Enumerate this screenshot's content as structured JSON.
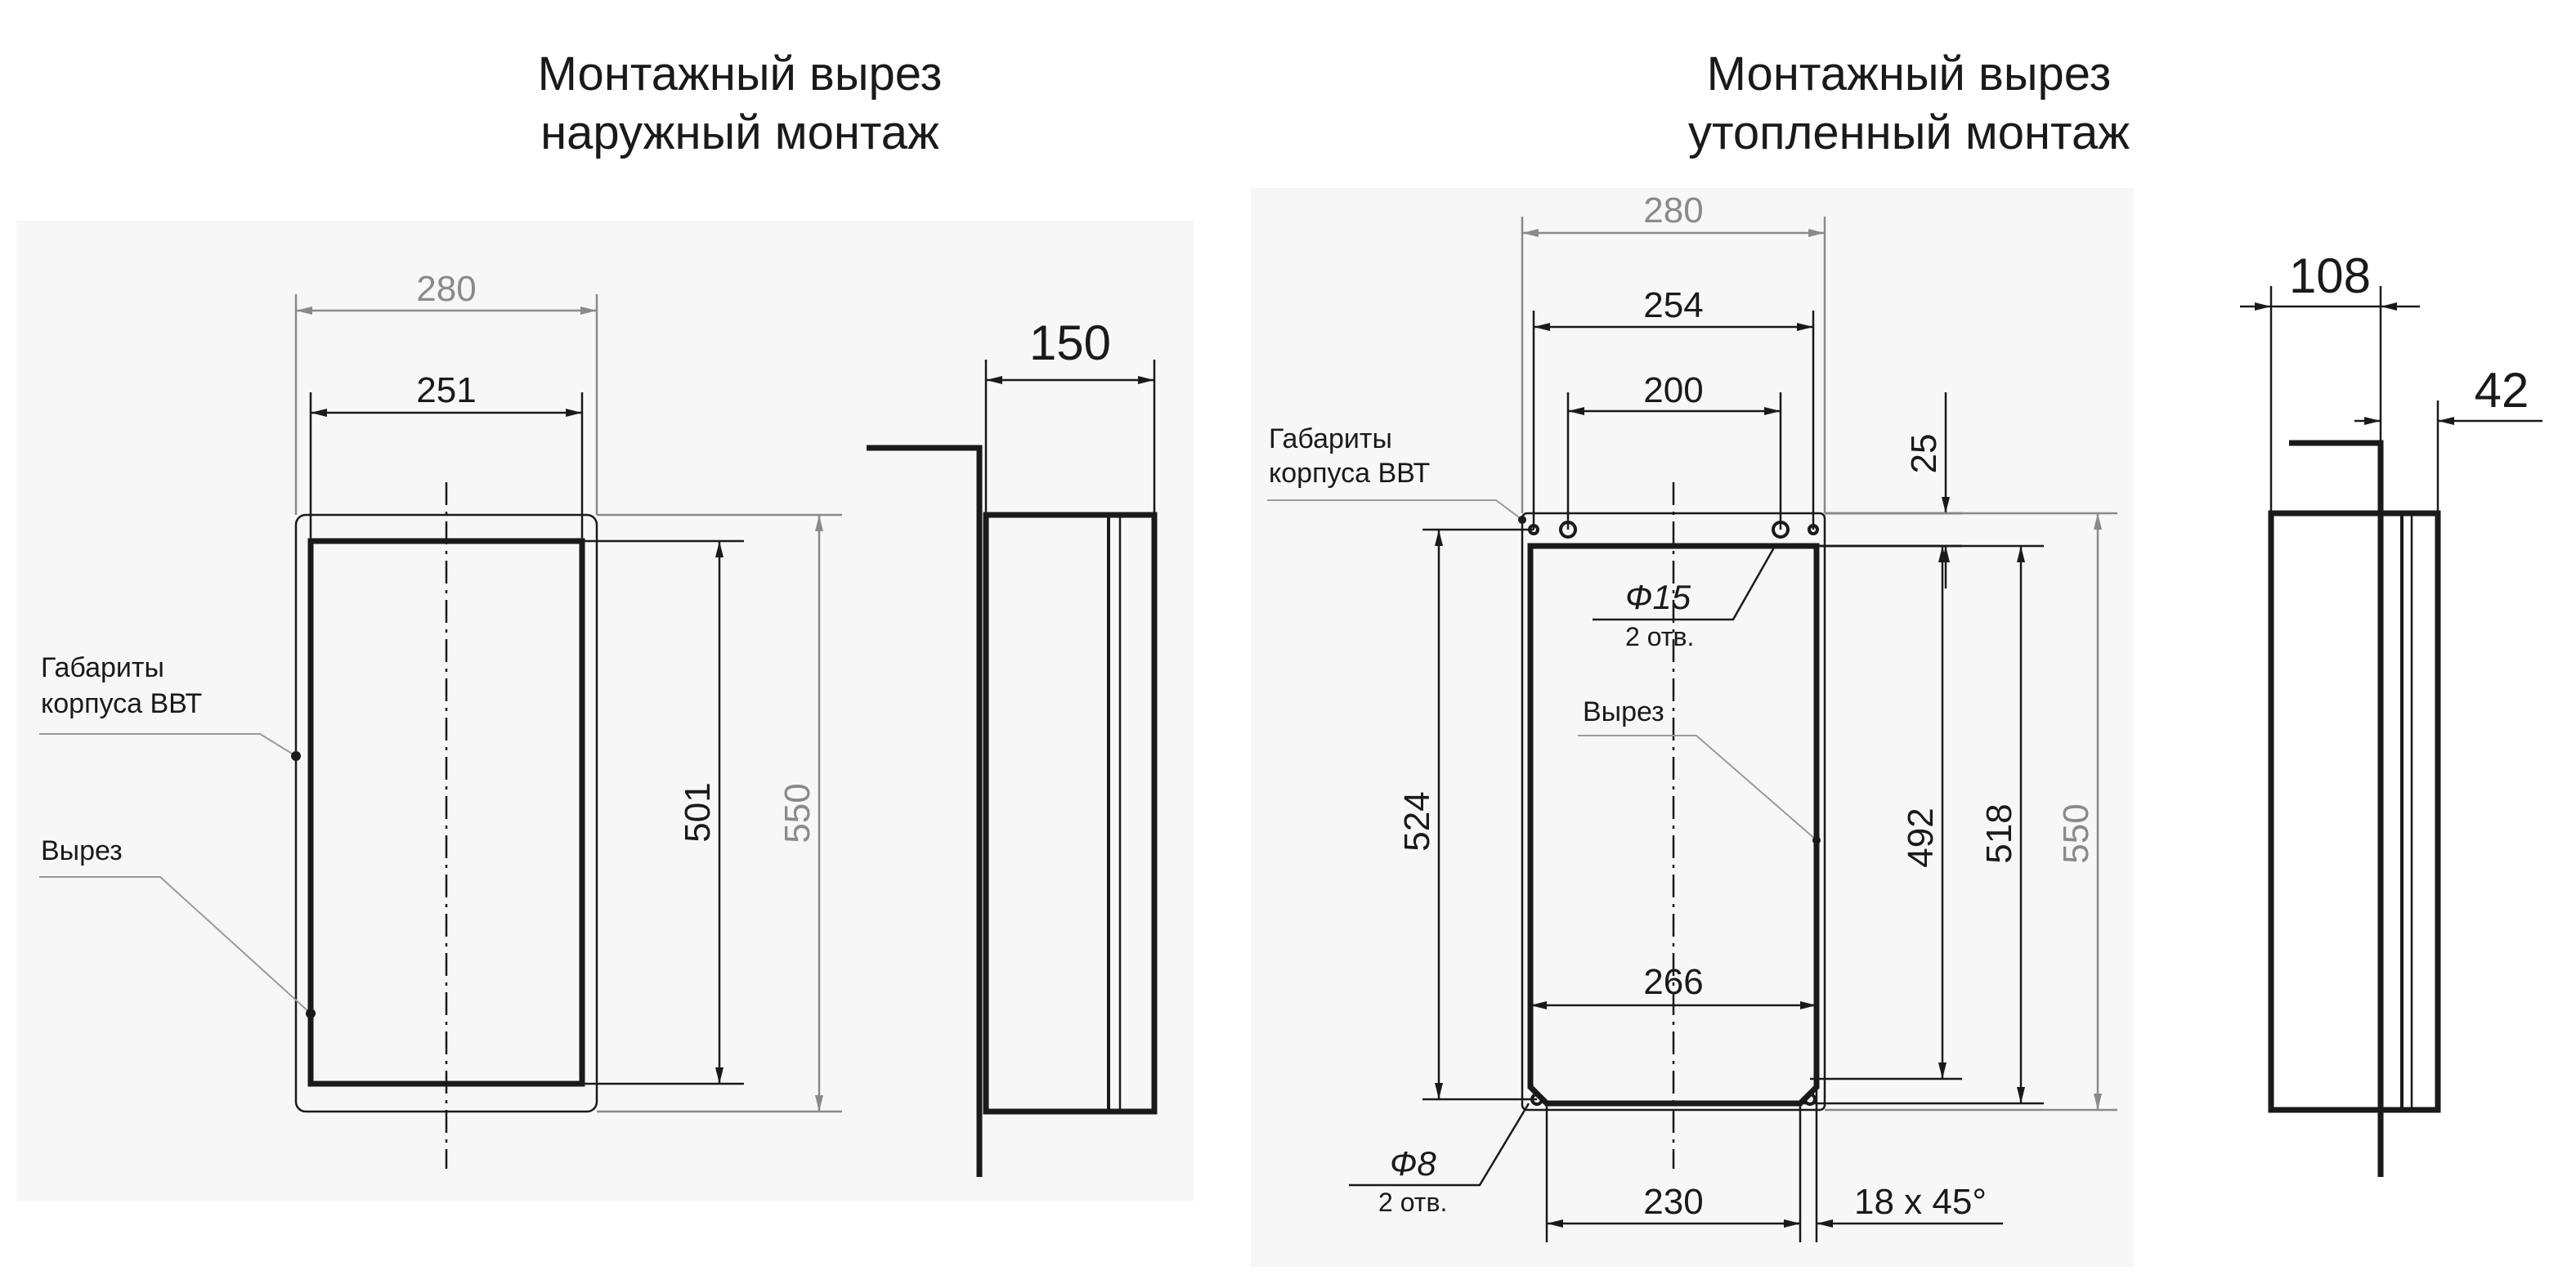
{
  "titles": {
    "left_line1": "Монтажный вырез",
    "left_line2": "наружный монтаж",
    "right_line1": "Монтажный вырез",
    "right_line2": "утопленный монтаж"
  },
  "left_view": {
    "dim_outer_width": "280",
    "dim_cut_width": "251",
    "dim_cut_height": "501",
    "dim_outer_height": "550",
    "label_body_line1": "Габариты",
    "label_body_line2": "корпуса ВВТ",
    "label_cutout": "Вырез"
  },
  "left_side_view": {
    "dim_depth": "150"
  },
  "right_view": {
    "dim_outer_width": "280",
    "dim_cut_width": "254",
    "dim_hole_spacing": "200",
    "dim_top_offset": "25",
    "label_body_line1": "Габариты",
    "label_body_line2": "корпуса ВВТ",
    "hole_big_dia": "Ф15",
    "hole_big_count": "2 отв.",
    "label_cutout": "Вырез",
    "dim_left_height": "524",
    "dim_inner_height": "492",
    "dim_cut_height": "518",
    "dim_outer_height": "550",
    "dim_bottom_width": "266",
    "hole_small_dia": "Ф8",
    "hole_small_count": "2 отв.",
    "dim_bottom_span": "230",
    "chamfer": "18 x 45°"
  },
  "right_side_view": {
    "dim_depth": "108",
    "dim_recess": "42"
  },
  "colors": {
    "line": "#1a1a1a",
    "gray_dim": "#8a8a8a",
    "background_panel": "#f7f7f7"
  }
}
